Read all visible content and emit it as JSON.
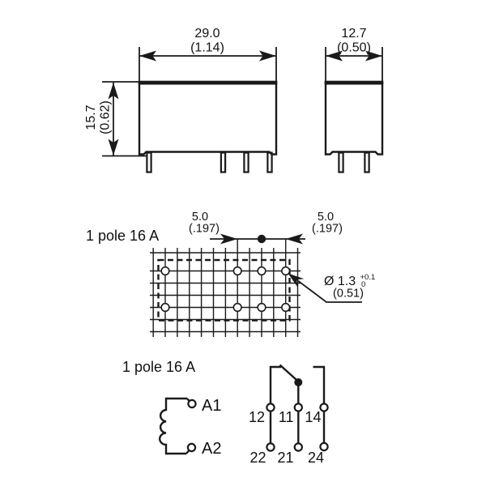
{
  "front_view": {
    "width_mm": "29.0",
    "width_in": "(1.14)",
    "height_mm": "15.7",
    "height_in": "(0.62)"
  },
  "side_view": {
    "width_mm": "12.7",
    "width_in": "(0.50)"
  },
  "pcb_layout": {
    "label": "1 pole 16 A",
    "pitch_left_mm": "5.0",
    "pitch_left_in": "(.197)",
    "pitch_right_mm": "5.0",
    "pitch_right_in": "(.197)",
    "hole_dia": "Ø 1.3",
    "hole_tol_plus": "+0.1",
    "hole_tol_zero": "0",
    "hole_dia_in": "(0.51)"
  },
  "schematic": {
    "label": "1 pole 16 A",
    "coil_a1": "A1",
    "coil_a2": "A2",
    "contacts_top": [
      "12",
      "11",
      "14"
    ],
    "contacts_bottom": [
      "22",
      "21",
      "24"
    ]
  },
  "colors": {
    "line": "#1a1a1a",
    "background": "#ffffff"
  }
}
